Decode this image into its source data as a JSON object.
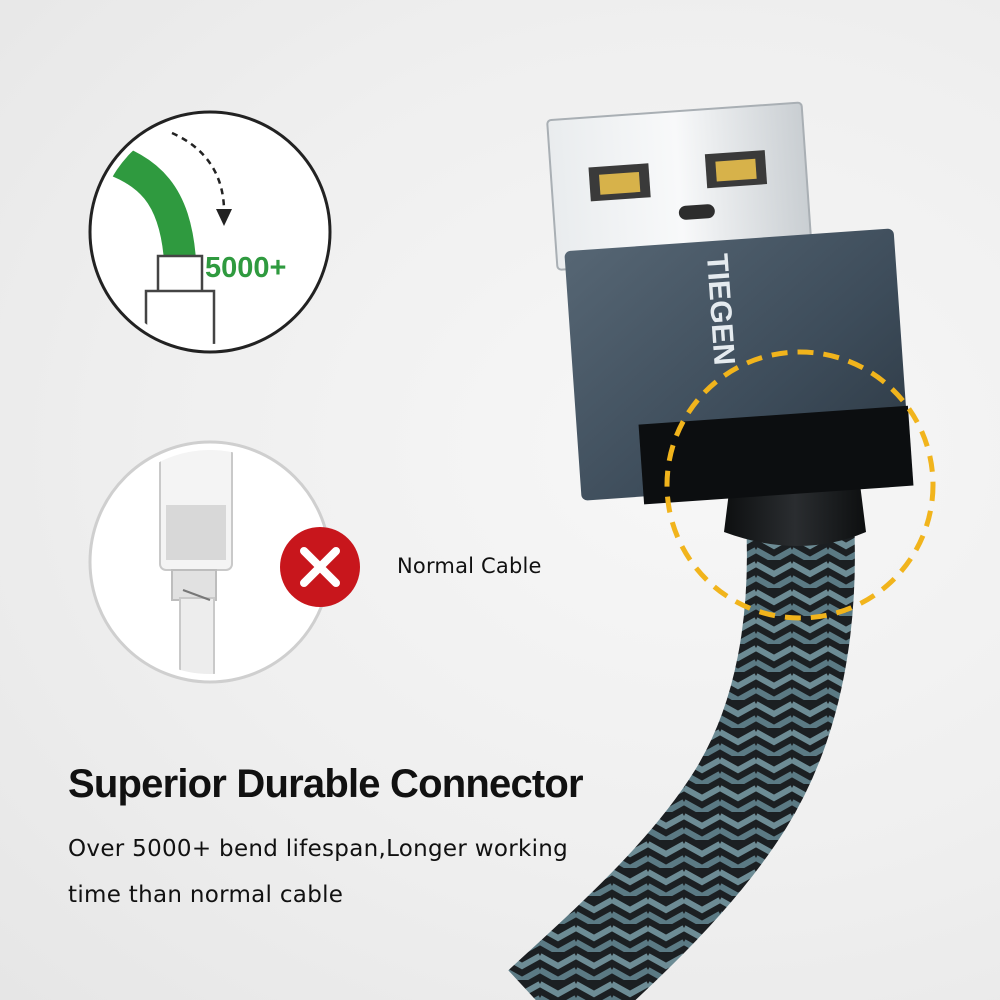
{
  "brand": "TIEGEN",
  "bend_badge": {
    "count": "5000+"
  },
  "normal_cable": {
    "label": "Normal Cable"
  },
  "headline": "Superior Durable Connector",
  "description": {
    "line1": "Over 5000+ bend lifespan,Longer working",
    "line2": "time than normal cable"
  },
  "colors": {
    "accent_green": "#2f9a3f",
    "highlight_orange": "#f1b41c",
    "reject_red": "#c8161c",
    "connector_shell": "#3d4c5a"
  },
  "icons": [
    "bend-arrow-icon",
    "reject-x-icon"
  ]
}
